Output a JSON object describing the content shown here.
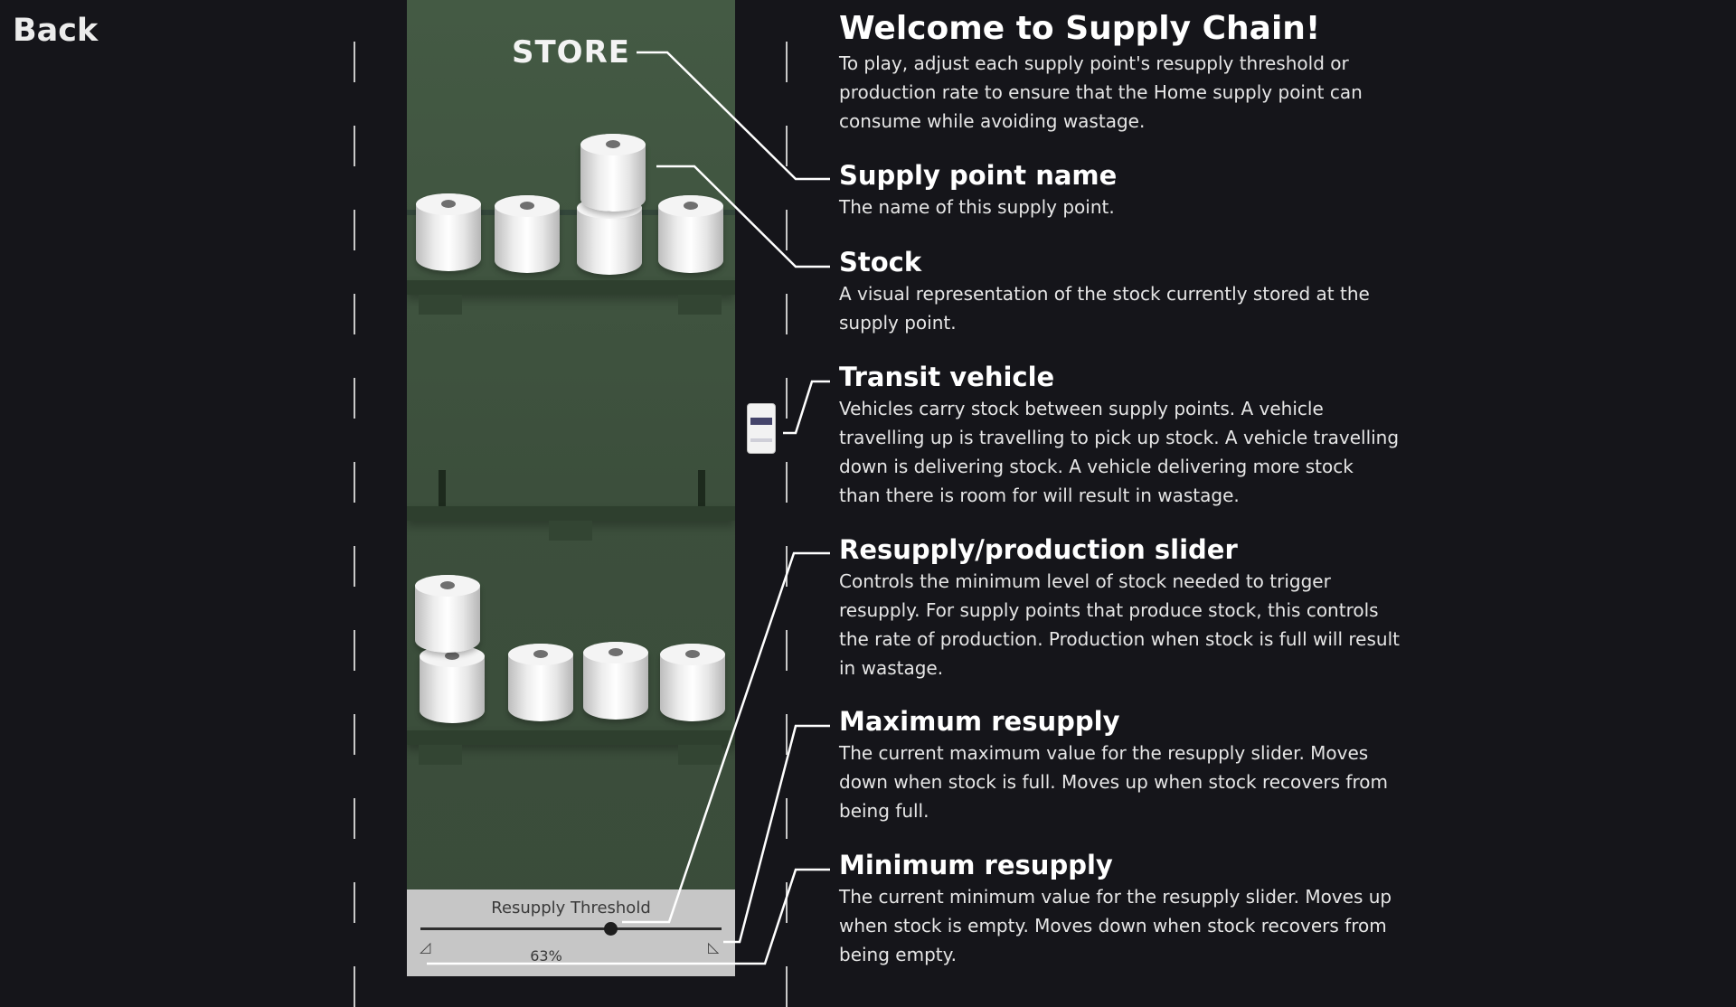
{
  "back_label": "Back",
  "store": {
    "name": "STORE",
    "slider": {
      "title": "Resupply Threshold",
      "value": 63,
      "value_label": "63%"
    }
  },
  "welcome": {
    "title": "Welcome to Supply Chain!",
    "text": "To play, adjust each supply point's resupply threshold or production rate to ensure that the Home supply point can consume while avoiding wastage."
  },
  "sections": [
    {
      "title": "Supply point name",
      "text": "The name of this supply point."
    },
    {
      "title": "Stock",
      "text": "A visual representation of the stock currently stored at the supply point."
    },
    {
      "title": "Transit vehicle",
      "text": "Vehicles carry stock between supply points. A vehicle travelling up is travelling to pick up stock. A vehicle travelling down is delivering stock. A vehicle delivering more stock than there is room for will result in wastage."
    },
    {
      "title": "Resupply/production slider",
      "text": "Controls the minimum level of stock needed to trigger resupply. For supply points that produce stock, this controls the rate of production. Production when stock is full will result in wastage."
    },
    {
      "title": "Maximum resupply",
      "text": "The current maximum value for the resupply slider. Moves down when stock is full. Moves up when stock recovers from being full."
    },
    {
      "title": "Minimum resupply",
      "text": "The current minimum value for the resupply slider. Moves up when stock is empty. Moves down when stock recovers from being empty."
    }
  ],
  "icons": {
    "vehicle": "transit-vehicle-icon",
    "stock": "toilet-roll-icon"
  },
  "colors": {
    "background": "#15151a",
    "store_panel": "#3f523f",
    "slider_panel": "#c6c6c6",
    "text": "#ffffff"
  }
}
